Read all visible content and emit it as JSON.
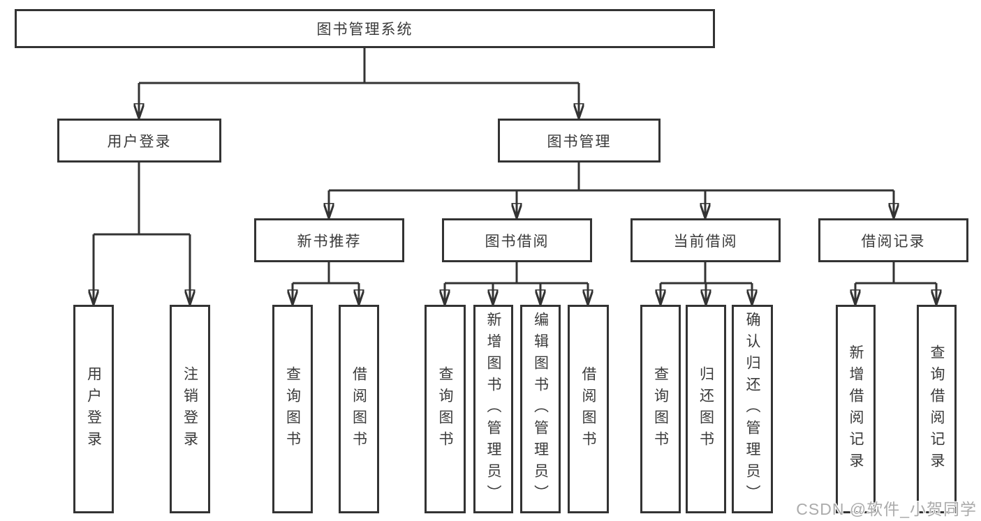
{
  "tree": {
    "root": {
      "label": "图书管理系统",
      "children": [
        {
          "label": "用户登录",
          "children": [
            {
              "label": "用户登录"
            },
            {
              "label": "注销登录"
            }
          ]
        },
        {
          "label": "图书管理",
          "children": [
            {
              "label": "新书推荐",
              "children": [
                {
                  "label": "查询图书"
                },
                {
                  "label": "借阅图书"
                }
              ]
            },
            {
              "label": "图书借阅",
              "children": [
                {
                  "label": "查询图书"
                },
                {
                  "label": "新增图书（管理员）"
                },
                {
                  "label": "编辑图书（管理员）"
                },
                {
                  "label": "借阅图书"
                }
              ]
            },
            {
              "label": "当前借阅",
              "children": [
                {
                  "label": "查询图书"
                },
                {
                  "label": "归还图书"
                },
                {
                  "label": "确认归还（管理员）"
                }
              ]
            },
            {
              "label": "借阅记录",
              "children": [
                {
                  "label": "新增借阅记录"
                },
                {
                  "label": "查询借阅记录"
                }
              ]
            }
          ]
        }
      ]
    }
  },
  "watermark": {
    "text": "CSDN @软件_小贺同学"
  },
  "colors": {
    "line": "#333333",
    "text": "#3a3a3a",
    "background": "#ffffff",
    "watermark": "#ababab"
  }
}
